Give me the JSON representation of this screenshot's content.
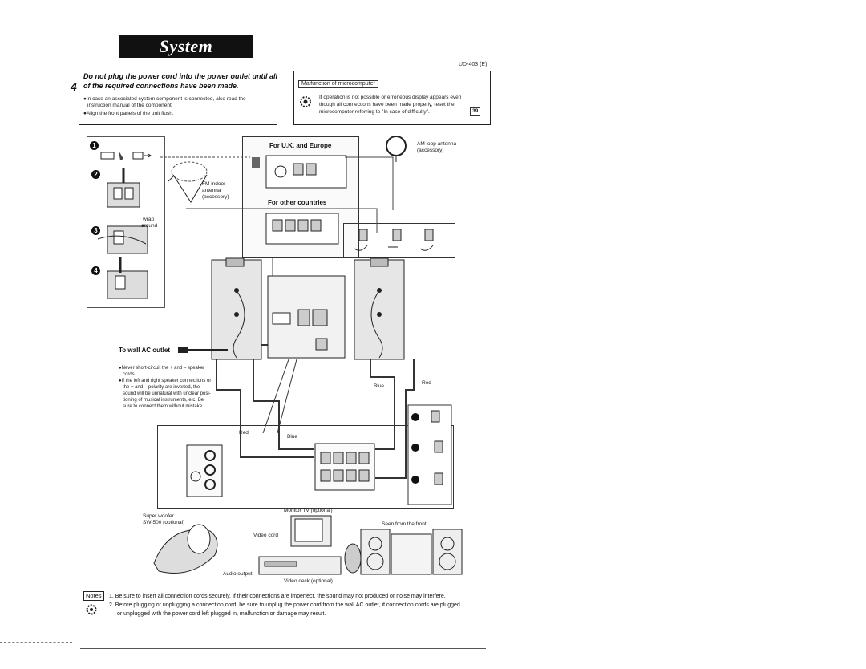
{
  "header": {
    "title": "System connection",
    "model_code": "UD-403 (E)",
    "page_number": "4"
  },
  "warning": {
    "heading_line1": "Do not plug the power cord into the power outlet until all",
    "heading_line2": "of the required connections have been made.",
    "bullet1_line1": "●In case an associated system component is connected, also read the",
    "bullet1_line2": "instruction manual of the component.",
    "bullet2": "●Align the front panels of the unit flush."
  },
  "malfunction": {
    "heading": "Malfunction of microcomputer",
    "line1": "If operation is not possible or erroneous display appears even",
    "line2": "though all connections have been made properly, reset the",
    "line3": "microcomputer referring to \"In case of difficulty\".",
    "ref": "39"
  },
  "antenna": {
    "fm_line1": "FM indoor",
    "fm_line2": "antenna",
    "fm_line3": "(accessory)",
    "am_line1": "AM loop antenna",
    "am_line2": "(accessory)",
    "wrap_line1": "wrap",
    "wrap_line2": "around"
  },
  "regions": {
    "uk_europe": "For U.K. and Europe",
    "other": "For other countries"
  },
  "ac_outlet": "To wall AC outlet",
  "speaker_notes": {
    "n1_line1": "●Never short-circuit the + and – speaker",
    "n1_line2": "cords.",
    "n2_line1": "●If the left and right speaker connections or",
    "n2_line2": "the + and – polarity are inverted, the",
    "n2_line3": "sound will be unnatural with unclear posi-",
    "n2_line4": "tioning of musical instruments, etc. Be",
    "n2_line5": "sure to connect them without mistake."
  },
  "wire_colors": {
    "red": "Red",
    "blue": "Blue"
  },
  "devices": {
    "super_woofer_line1": "Super woofer",
    "super_woofer_line2": "SW-500 (optional)",
    "monitor_tv": "Monitor TV (optional)",
    "seen_from_front": "Seen from the front",
    "video_cord": "Video cord",
    "audio_output": "Audio output",
    "video_deck": "Video deck (optional)"
  },
  "notes": {
    "label": "Notes",
    "n1": "1. Be sure to insert all connection cords securely. If their connections are imperfect, the sound may not produced or noise may interfere.",
    "n2": "2. Before plugging or unplugging a connection cord, be sure to unplug the power cord from the wall AC outlet, if connection cords are plugged",
    "n3": "or unplugged with the power cord left plugged in, malfunction or damage may result."
  },
  "steps": [
    "1",
    "2",
    "3",
    "4"
  ]
}
